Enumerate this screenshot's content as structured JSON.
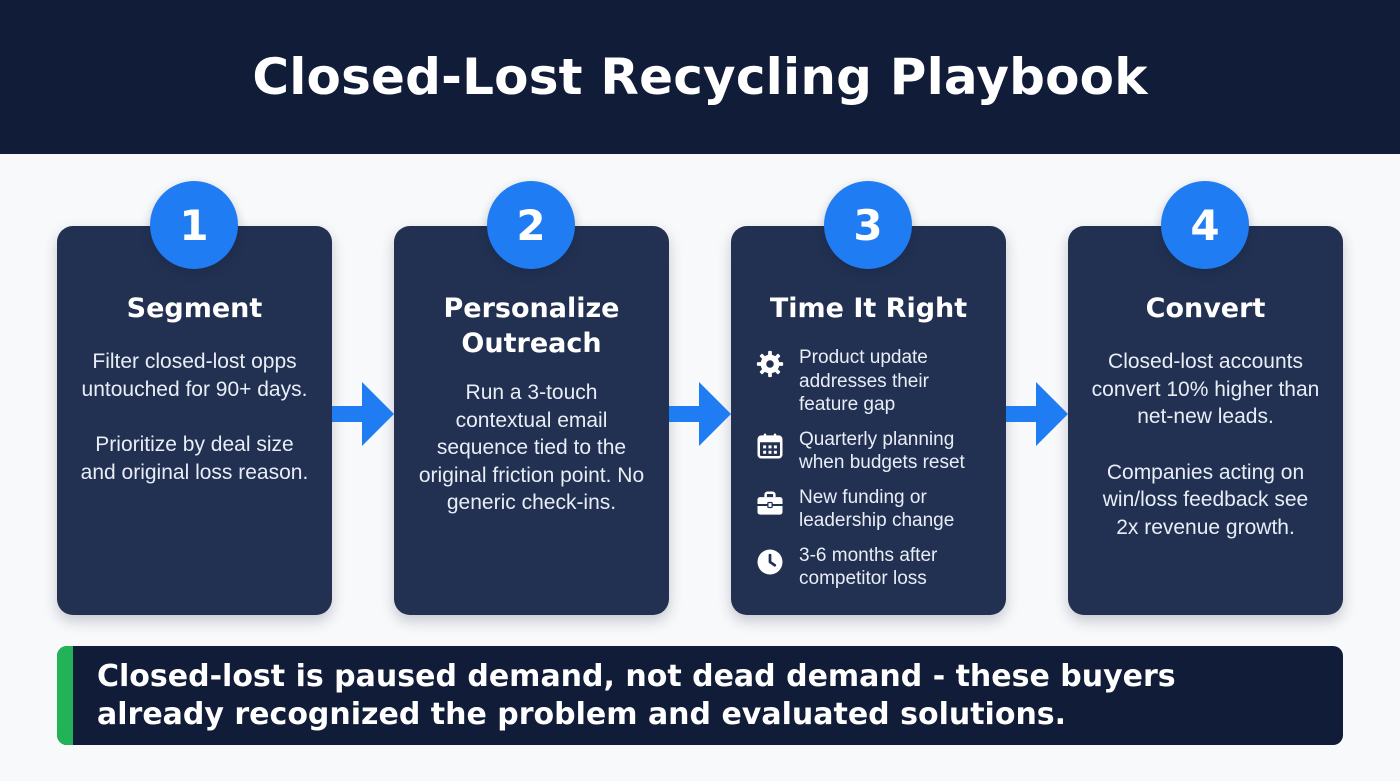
{
  "title": "Closed-Lost Recycling Playbook",
  "colors": {
    "header_bg": "#111c38",
    "card_bg": "#223152",
    "accent_blue": "#1f7cf2",
    "accent_green": "#22b358"
  },
  "steps": [
    {
      "number": "1",
      "title": "Segment",
      "paragraphs": [
        "Filter closed-lost opps untouched for 90+ days.",
        "Prioritize by deal size and original loss reason."
      ]
    },
    {
      "number": "2",
      "title": "Personalize Outreach",
      "paragraphs": [
        "Run a 3-touch contextual email sequence tied to the original friction point. No generic check-ins."
      ]
    },
    {
      "number": "3",
      "title": "Time It Right",
      "items": [
        {
          "icon": "gear-icon",
          "text": "Product update addresses their feature gap"
        },
        {
          "icon": "calendar-icon",
          "text": "Quarterly planning when budgets reset"
        },
        {
          "icon": "briefcase-icon",
          "text": "New funding or leadership change"
        },
        {
          "icon": "clock-icon",
          "text": "3-6 months after competitor loss"
        }
      ]
    },
    {
      "number": "4",
      "title": "Convert",
      "paragraphs": [
        "Closed-lost accounts convert 10% higher than net-new leads.",
        "Companies acting on win/loss feedback see 2x revenue growth."
      ]
    }
  ],
  "callout": "Closed-lost is paused demand, not dead demand - these buyers already recognized the problem and evaluated solutions."
}
